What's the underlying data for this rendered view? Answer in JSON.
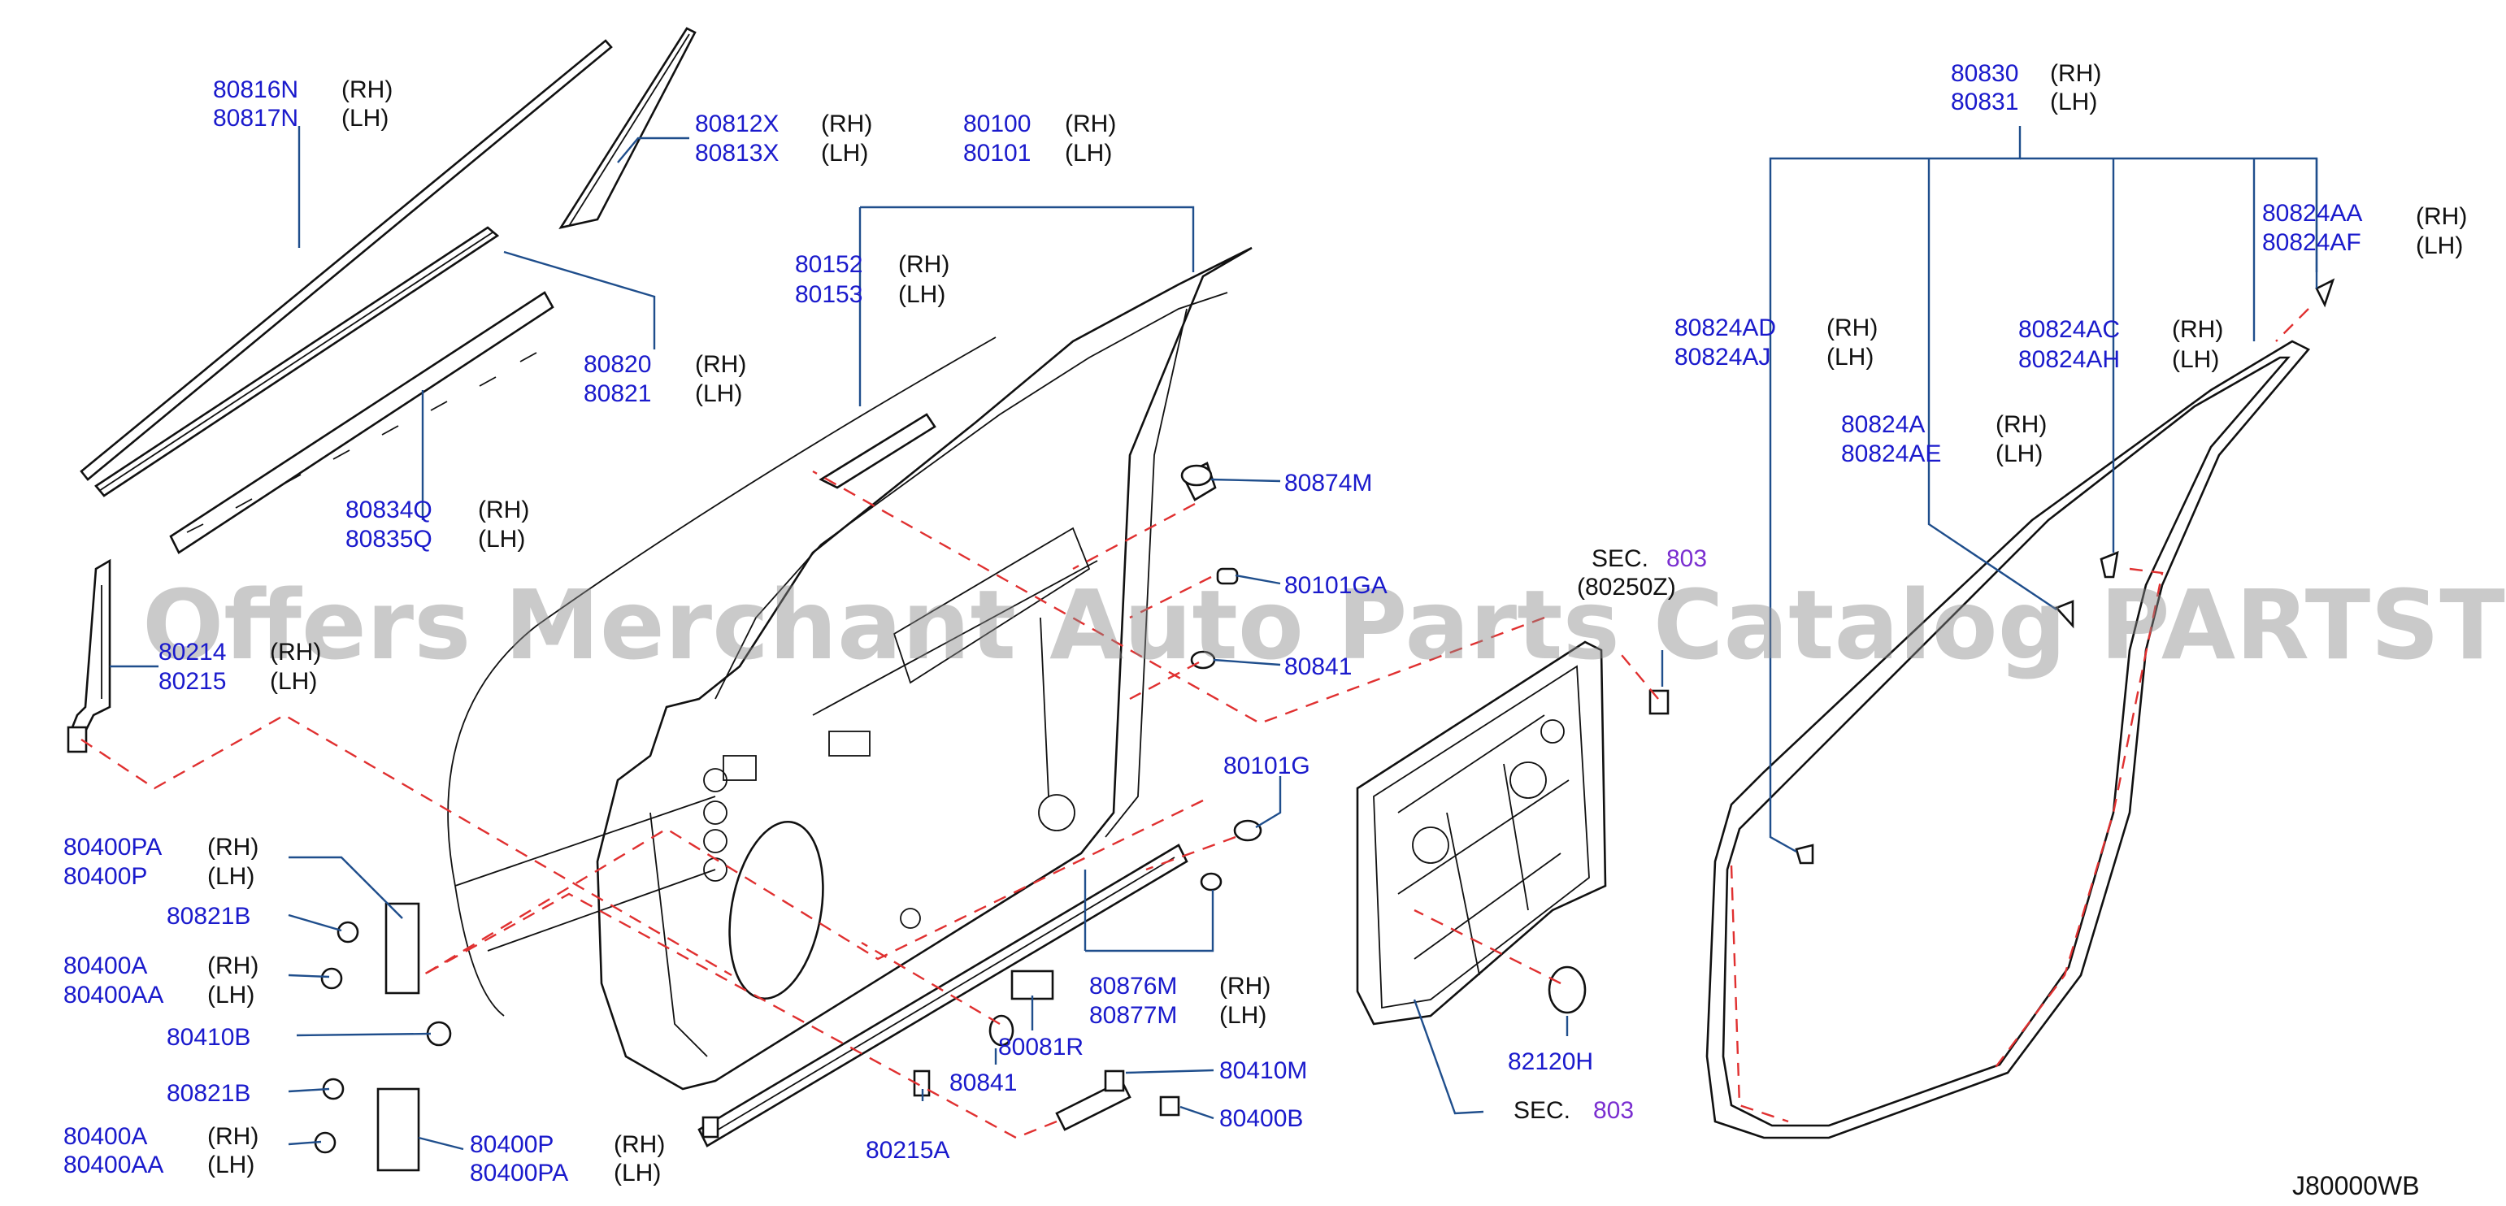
{
  "watermark": "Offers Merchant Auto Parts Catalog PARTSTORE.SA",
  "diagram_code": "J80000WB",
  "sides": {
    "rh": "(RH)",
    "lh": "(LH)"
  },
  "labels": {
    "p80816N": "80816N",
    "p80817N": "80817N",
    "p80812X": "80812X",
    "p80813X": "80813X",
    "p80100": "80100",
    "p80101": "80101",
    "p80152": "80152",
    "p80153": "80153",
    "p80820": "80820",
    "p80821": "80821",
    "p80834Q": "80834Q",
    "p80835Q": "80835Q",
    "p80214": "80214",
    "p80215": "80215",
    "p80874M": "80874M",
    "p80101GA": "80101GA",
    "p80841a": "80841",
    "p80101G": "80101G",
    "p80400PA_a": "80400PA",
    "p80400P_a": "80400P",
    "p80821B_a": "80821B",
    "p80400A_a": "80400A",
    "p80400AA_a": "80400AA",
    "p80410B": "80410B",
    "p80821B_b": "80821B",
    "p80400A_b": "80400A",
    "p80400AA_b": "80400AA",
    "p80400P_b": "80400P",
    "p80400PA_b": "80400PA",
    "p80876M": "80876M",
    "p80877M": "80877M",
    "p80081R": "80081R",
    "p80841b": "80841",
    "p80215A": "80215A",
    "p80410M": "80410M",
    "p80400B": "80400B",
    "p82120H": "82120H",
    "p80830": "80830",
    "p80831": "80831",
    "p80824AA": "80824AA",
    "p80824AF": "80824AF",
    "p80824AD": "80824AD",
    "p80824AJ": "80824AJ",
    "p80824AC": "80824AC",
    "p80824AH": "80824AH",
    "p80824A": "80824A",
    "p80824AE": "80824AE"
  },
  "sec_top": {
    "prefix": "SEC.",
    "number": "803",
    "ref": "(80250Z)"
  },
  "sec_bottom": {
    "prefix": "SEC.",
    "number": "803"
  }
}
